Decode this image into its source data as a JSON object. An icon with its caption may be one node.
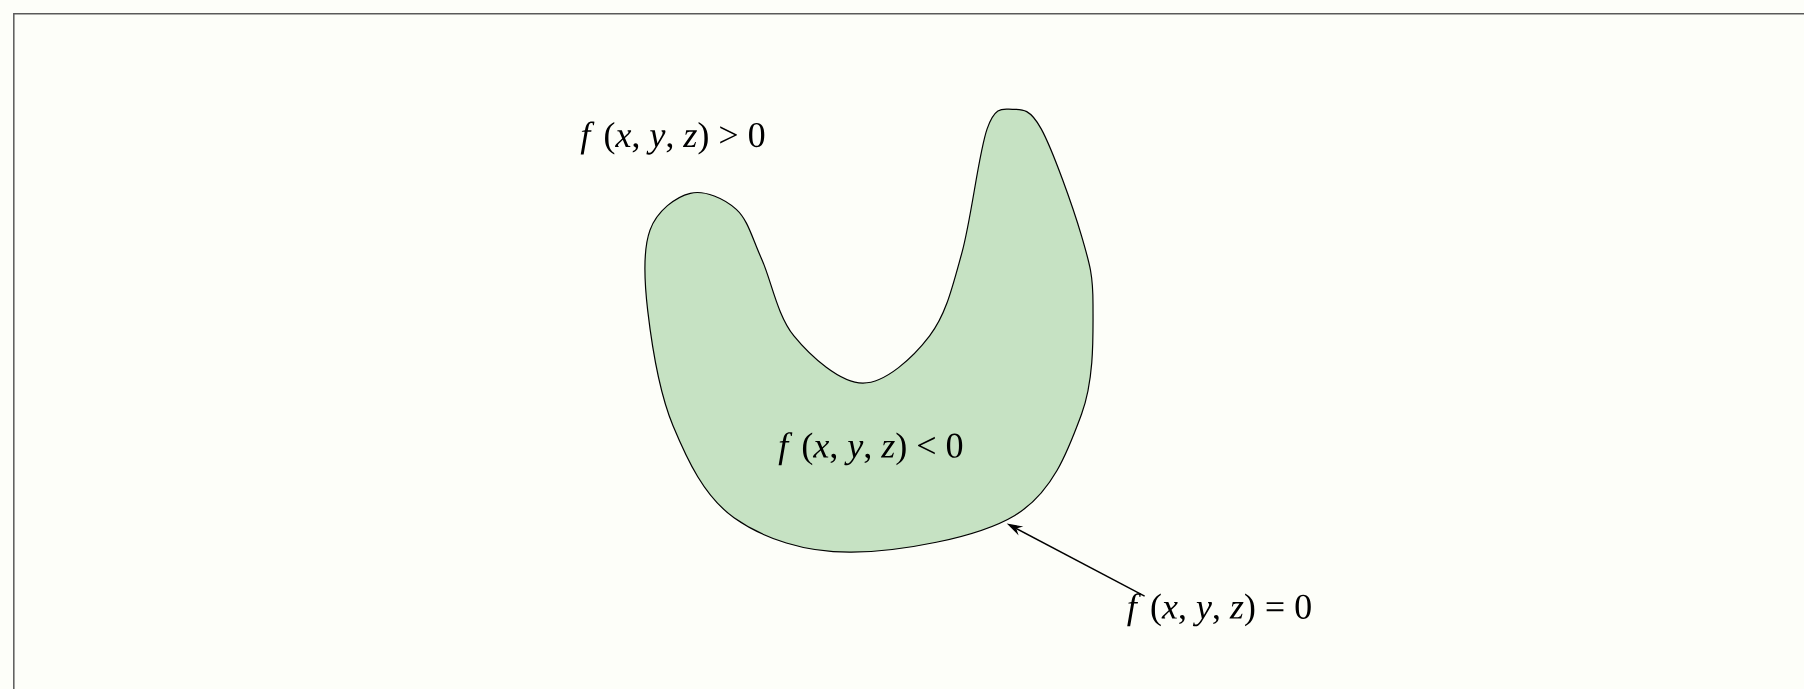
{
  "diagram": {
    "nodes": [
      {
        "text": [
          "*f* (*x*, *y*, *z*) < 0"
        ]
      },
      {
        "text": [
          "*f* (*x*, *y*, *z*) = 0"
        ]
      }
    ],
    "edges": [
      {
        "from": 1,
        "to": 0,
        "arrow": "to"
      }
    ],
    "labels": [
      "*f* (*x*, *y*, *z*) > 0"
    ]
  }
}
